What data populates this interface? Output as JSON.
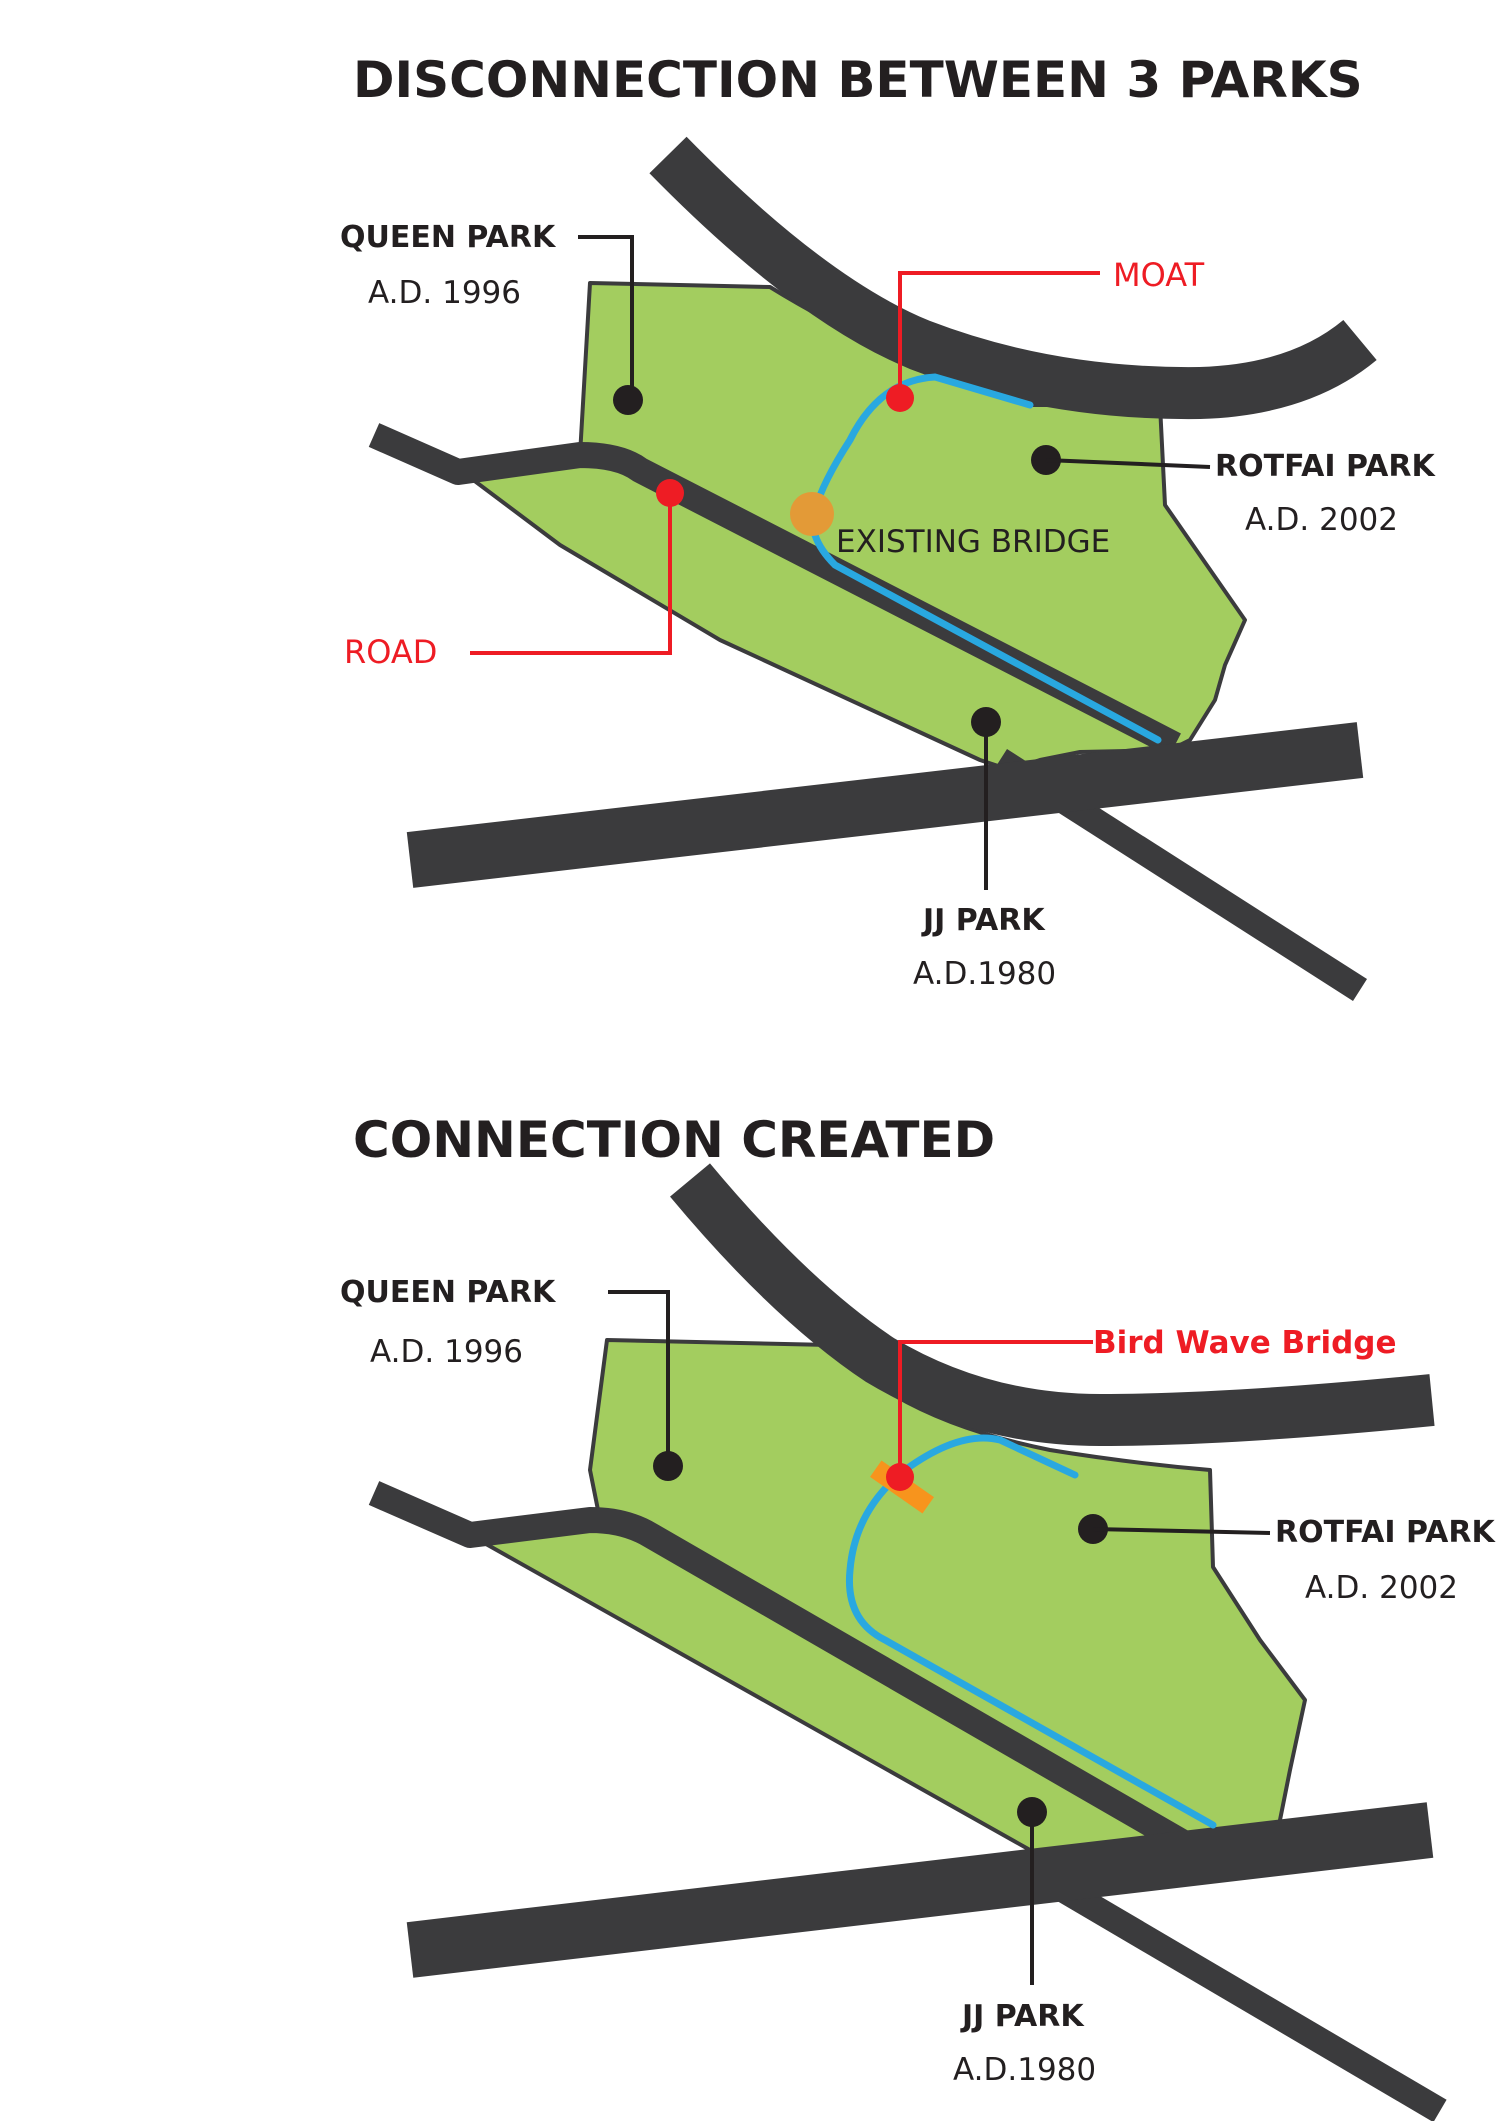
{
  "colors": {
    "park_green": "#a3cd5f",
    "road_dark": "#3b3b3d",
    "moat_blue": "#29a8e0",
    "label_red": "#ee1c24",
    "existing_bridge_orange": "#e39a37",
    "new_bridge_orange": "#f7941d",
    "leader_black": "#231f20"
  },
  "top_diagram": {
    "title": "DISCONNECTION BETWEEN 3 PARKS",
    "queen_park": {
      "name": "QUEEN PARK",
      "year": "A.D. 1996"
    },
    "rotfai_park": {
      "name": "ROTFAI PARK",
      "year": "A.D. 2002"
    },
    "jj_park": {
      "name": "JJ PARK",
      "year": "A.D.1980"
    },
    "moat_label": "MOAT",
    "road_label": "ROAD",
    "existing_bridge_label": "EXISTING BRIDGE"
  },
  "bottom_diagram": {
    "title": "CONNECTION CREATED",
    "queen_park": {
      "name": "QUEEN PARK",
      "year": "A.D. 1996"
    },
    "rotfai_park": {
      "name": "ROTFAI PARK",
      "year": "A.D. 2002"
    },
    "jj_park": {
      "name": "JJ PARK",
      "year": "A.D.1980"
    },
    "bridge_label": "Bird Wave Bridge"
  }
}
